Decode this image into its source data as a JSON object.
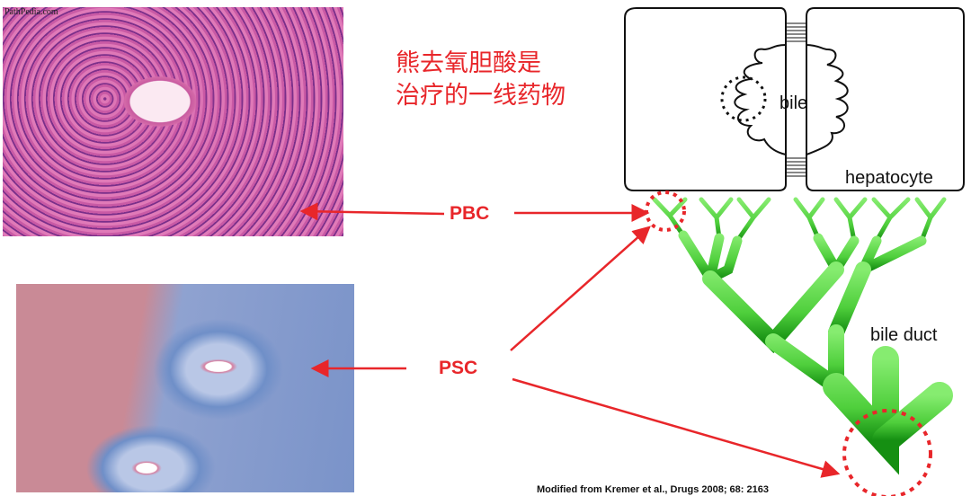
{
  "watermark": "PathPedia.com",
  "note": {
    "line1": "熊去氧胆酸是",
    "line2": "治疗的一线药物"
  },
  "labels": {
    "pbc": "PBC",
    "psc": "PSC",
    "bile": "bile",
    "hepatocyte": "hepatocyte",
    "bile_duct": "bile duct"
  },
  "citation": "Modified from Kremer et al., Drugs 2008; 68: 2163",
  "colors": {
    "accent_red": "#e8262a",
    "duct_light": "#7de86a",
    "duct_dark": "#1f9a1a"
  }
}
